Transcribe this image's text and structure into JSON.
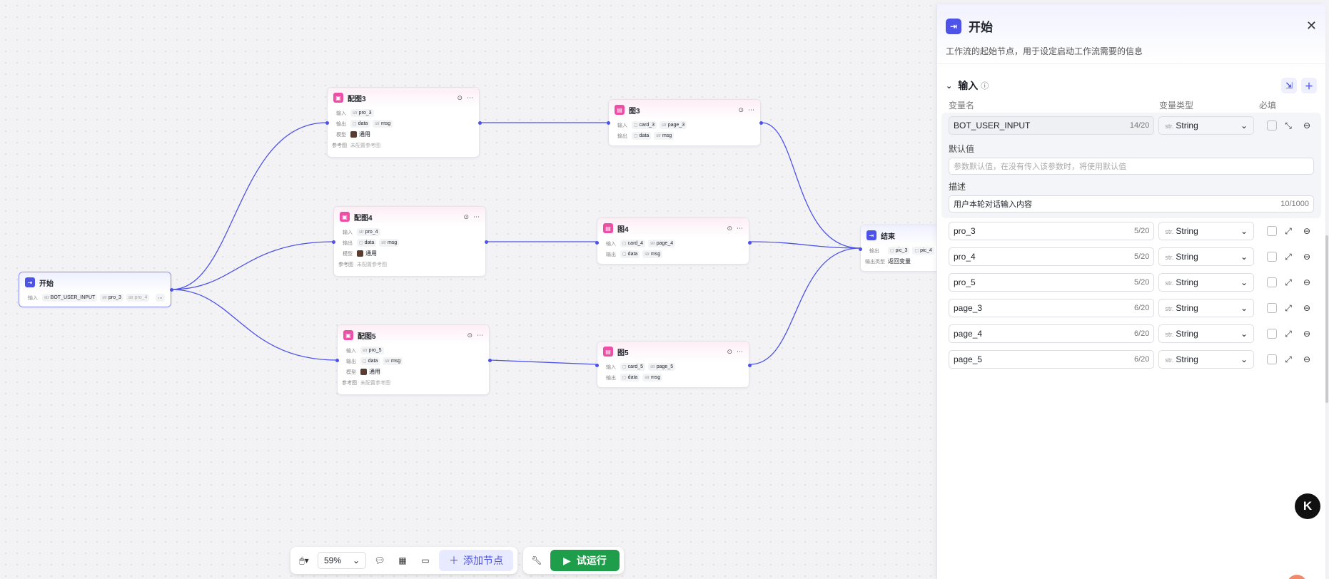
{
  "canvas": {
    "nodes": {
      "start": {
        "title": "开始",
        "in_label": "输入",
        "tags": [
          "BOT_USER_INPUT",
          "pro_3",
          "pro_4"
        ]
      },
      "pt3": {
        "title": "配图3",
        "in_label": "输入",
        "in_tag": "pro_3",
        "out_label": "输出",
        "out_tags": [
          "data",
          "msg"
        ],
        "model_label": "模型",
        "model": "通用",
        "ref_label": "参考图",
        "ref": "未配置参考图"
      },
      "pt4": {
        "title": "配图4",
        "in_label": "输入",
        "in_tag": "pro_4",
        "out_label": "输出",
        "out_tags": [
          "data",
          "msg"
        ],
        "model_label": "模型",
        "model": "通用",
        "ref_label": "参考图",
        "ref": "未配置参考图"
      },
      "pt5": {
        "title": "配图5",
        "in_label": "输入",
        "in_tag": "pro_5",
        "out_label": "输出",
        "out_tags": [
          "data",
          "msg"
        ],
        "model_label": "模型",
        "model": "通用",
        "ref_label": "参考图",
        "ref": "未配置参考图"
      },
      "t3": {
        "title": "图3",
        "in_label": "输入",
        "in_tags": [
          "card_3",
          "page_3"
        ],
        "out_label": "输出",
        "out_tags": [
          "data",
          "msg"
        ]
      },
      "t4": {
        "title": "图4",
        "in_label": "输入",
        "in_tags": [
          "card_4",
          "page_4"
        ],
        "out_label": "输出",
        "out_tags": [
          "data",
          "msg"
        ]
      },
      "t5": {
        "title": "图5",
        "in_label": "输入",
        "in_tags": [
          "card_5",
          "page_5"
        ],
        "out_label": "输出",
        "out_tags": [
          "data",
          "msg"
        ]
      },
      "end": {
        "title": "结束",
        "out_label": "输出",
        "out_tags": [
          "pic_3",
          "pic_4"
        ],
        "type_label": "输出类型",
        "type_value": "返回变量"
      }
    }
  },
  "toolbar": {
    "zoom": "59%",
    "add_node": "添加节点",
    "run": "试运行"
  },
  "panel": {
    "title": "开始",
    "description": "工作流的起始节点，用于设定启动工作流需要的信息",
    "section_title": "输入",
    "col_name": "变量名",
    "col_type": "变量类型",
    "col_required": "必填",
    "first": {
      "name": "BOT_USER_INPUT",
      "count": "14/20",
      "type": "String"
    },
    "default_label": "默认值",
    "default_placeholder": "参数默认值，在没有传入该参数时，将使用默认值",
    "desc_label": "描述",
    "desc_value": "用户本轮对话输入内容",
    "desc_count": "10/1000",
    "variables": [
      {
        "name": "pro_3",
        "count": "5/20",
        "type": "String"
      },
      {
        "name": "pro_4",
        "count": "5/20",
        "type": "String"
      },
      {
        "name": "pro_5",
        "count": "5/20",
        "type": "String"
      },
      {
        "name": "page_3",
        "count": "6/20",
        "type": "String"
      },
      {
        "name": "page_4",
        "count": "6/20",
        "type": "String"
      },
      {
        "name": "page_5",
        "count": "6/20",
        "type": "String"
      }
    ],
    "type_prefix": "str."
  },
  "colors": {
    "accent": "#4d53e8",
    "pink": "#ee4fa6",
    "run": "#1e9e4a"
  }
}
